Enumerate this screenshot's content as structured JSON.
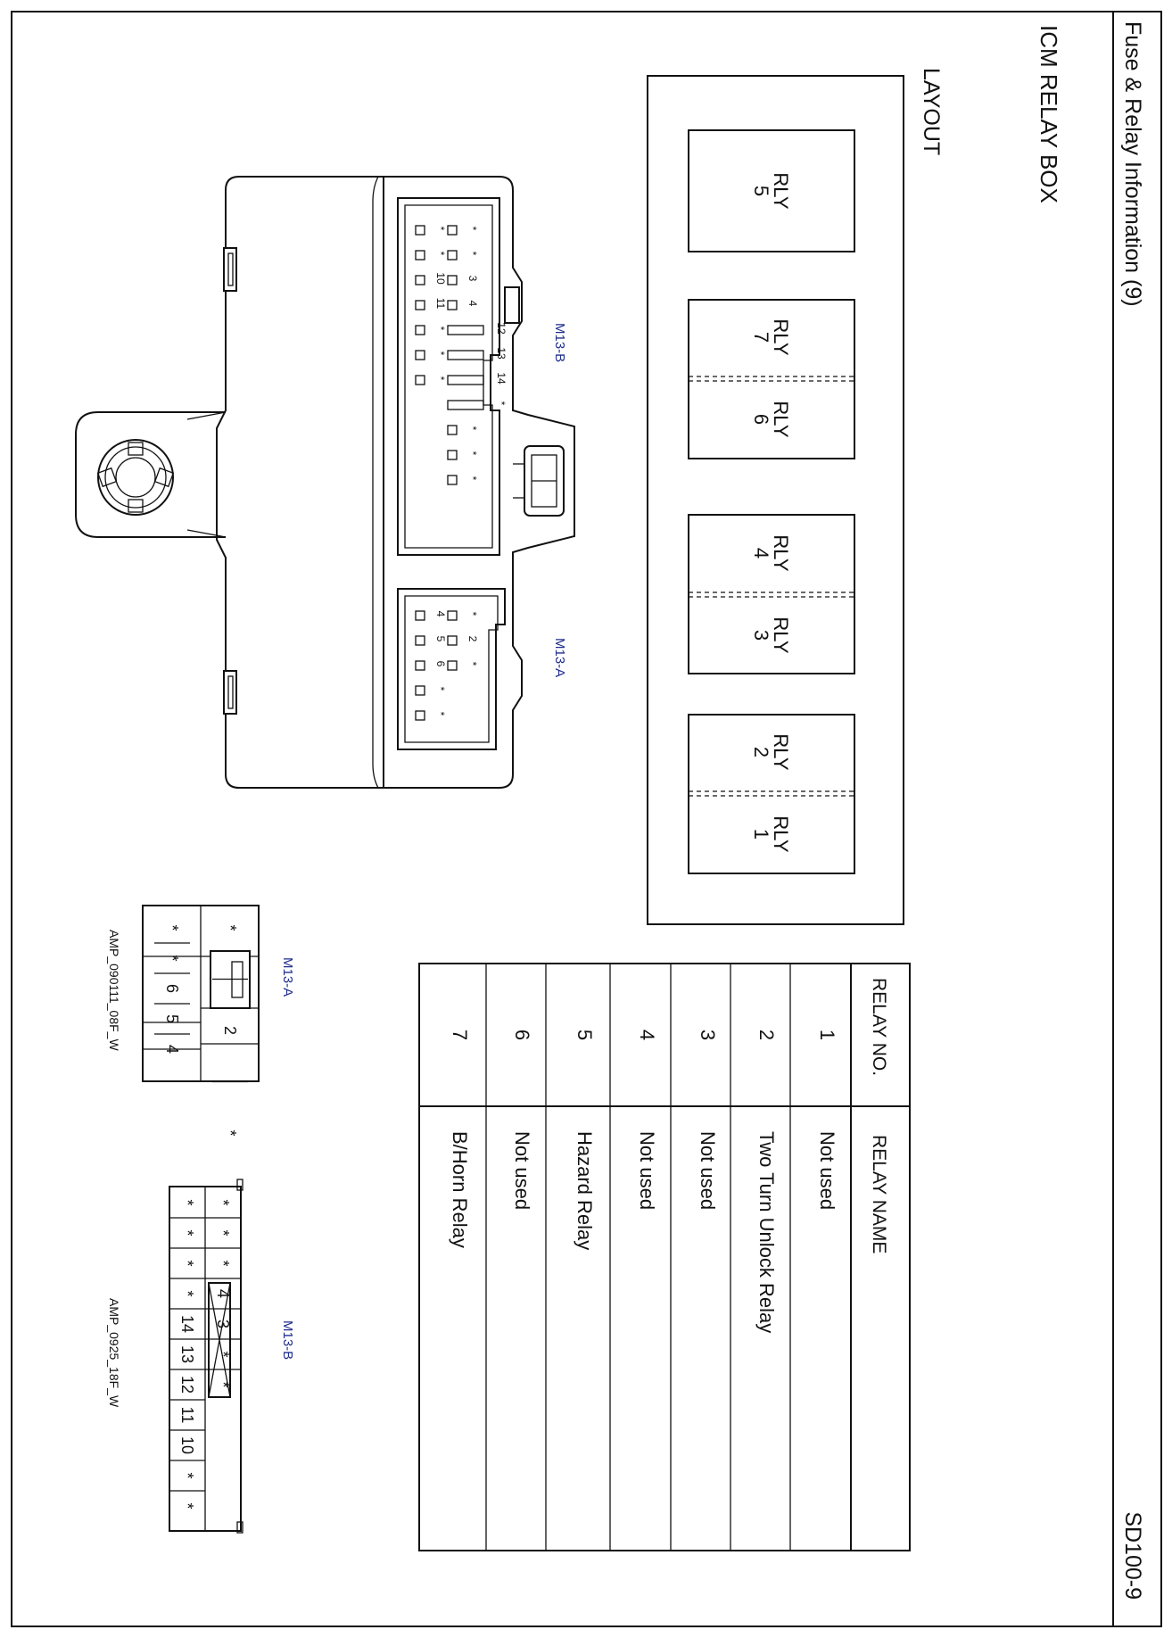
{
  "header": {
    "title": "Fuse & Relay Information (9)",
    "page_code": "SD100-9"
  },
  "section": {
    "title": "ICM RELAY BOX",
    "layout_label": "LAYOUT"
  },
  "relays": {
    "rly5": [
      "RLY",
      "5"
    ],
    "rly7": [
      "RLY",
      "7"
    ],
    "rly6": [
      "RLY",
      "6"
    ],
    "rly4": [
      "RLY",
      "4"
    ],
    "rly3": [
      "RLY",
      "3"
    ],
    "rly2": [
      "RLY",
      "2"
    ],
    "rly1": [
      "RLY",
      "1"
    ]
  },
  "connectors": {
    "m13b": {
      "label": "M13-B",
      "pins_a": [
        "*",
        "*",
        "3",
        "4",
        "12",
        "13",
        "14",
        "*",
        "*",
        "*",
        "*"
      ],
      "pins_b": [
        "*",
        "*",
        "10",
        "11",
        "*",
        "*",
        "*"
      ],
      "part": "AMP_0925_18F_W",
      "grid_top": [
        "*",
        "*",
        "*",
        "4",
        "3",
        "*",
        "*"
      ],
      "grid_bottom": [
        "*",
        "*",
        "*",
        "*",
        "14",
        "13",
        "12",
        "11",
        "10",
        "*",
        "*"
      ]
    },
    "m13a": {
      "label": "M13-A",
      "pins_a": [
        "*",
        "2",
        "*"
      ],
      "pins_b": [
        "4",
        "5",
        "6",
        "*",
        "*"
      ],
      "part": "AMP_090111_08F_W",
      "grid_top": [
        "*",
        "2",
        "*"
      ],
      "grid_bottom": [
        "*",
        "*",
        "6",
        "5",
        "4"
      ]
    }
  },
  "relay_table": {
    "headers": {
      "no": "RELAY NO.",
      "name": "RELAY NAME"
    },
    "rows": [
      {
        "no": "1",
        "name": "Not used"
      },
      {
        "no": "2",
        "name": "Two Turn Unlock Relay"
      },
      {
        "no": "3",
        "name": "Not used"
      },
      {
        "no": "4",
        "name": "Not used"
      },
      {
        "no": "5",
        "name": "Hazard Relay"
      },
      {
        "no": "6",
        "name": "Not used"
      },
      {
        "no": "7",
        "name": "B/Horn Relay"
      }
    ]
  }
}
